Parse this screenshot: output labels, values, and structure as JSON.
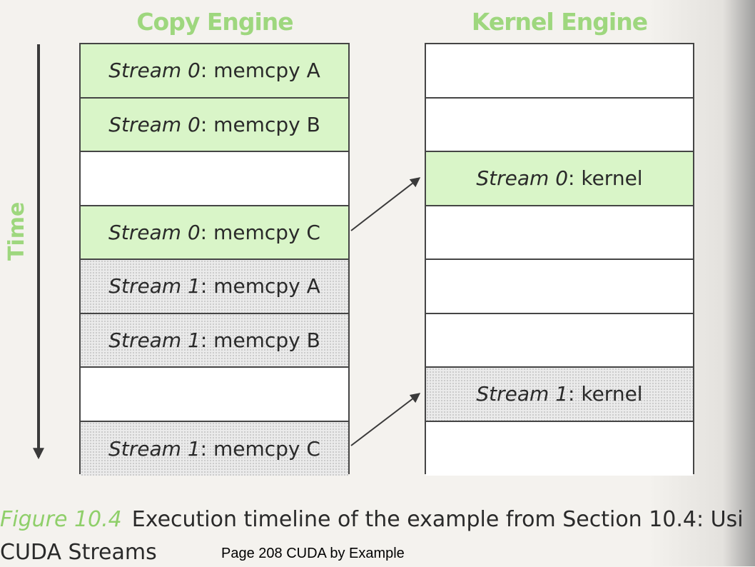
{
  "copy_engine": {
    "title": "Copy Engine",
    "slots": [
      {
        "stream": "Stream 0",
        "op": ": memcpy A",
        "kind": "stream0"
      },
      {
        "stream": "Stream 0",
        "op": ": memcpy B",
        "kind": "stream0"
      },
      {
        "stream": "",
        "op": "",
        "kind": "empty"
      },
      {
        "stream": "Stream 0",
        "op": ": memcpy C",
        "kind": "stream0"
      },
      {
        "stream": "Stream 1",
        "op": ": memcpy A",
        "kind": "stream1"
      },
      {
        "stream": "Stream 1",
        "op": ": memcpy B",
        "kind": "stream1"
      },
      {
        "stream": "",
        "op": "",
        "kind": "empty"
      },
      {
        "stream": "Stream 1",
        "op": ": memcpy C",
        "kind": "stream1"
      }
    ]
  },
  "kernel_engine": {
    "title": "Kernel Engine",
    "slots": [
      {
        "stream": "",
        "op": "",
        "kind": "empty"
      },
      {
        "stream": "",
        "op": "",
        "kind": "empty"
      },
      {
        "stream": "Stream 0",
        "op": ": kernel",
        "kind": "stream0"
      },
      {
        "stream": "",
        "op": "",
        "kind": "empty"
      },
      {
        "stream": "",
        "op": "",
        "kind": "empty"
      },
      {
        "stream": "",
        "op": "",
        "kind": "empty"
      },
      {
        "stream": "Stream 1",
        "op": ": kernel",
        "kind": "stream1"
      },
      {
        "stream": "",
        "op": "",
        "kind": "empty"
      }
    ]
  },
  "time_axis": {
    "label": "Time"
  },
  "caption": {
    "figure": "Figure 10.4",
    "text": "Execution timeline of the example from Section 10.4: Usi",
    "line2": "CUDA Streams"
  },
  "page_ref": "Page 208 CUDA  by Example",
  "colors": {
    "accent_green": "#9ed77e",
    "stream0_fill": "#d9f5c8",
    "stream1_fill": "#ebebeb",
    "border": "#454545"
  }
}
